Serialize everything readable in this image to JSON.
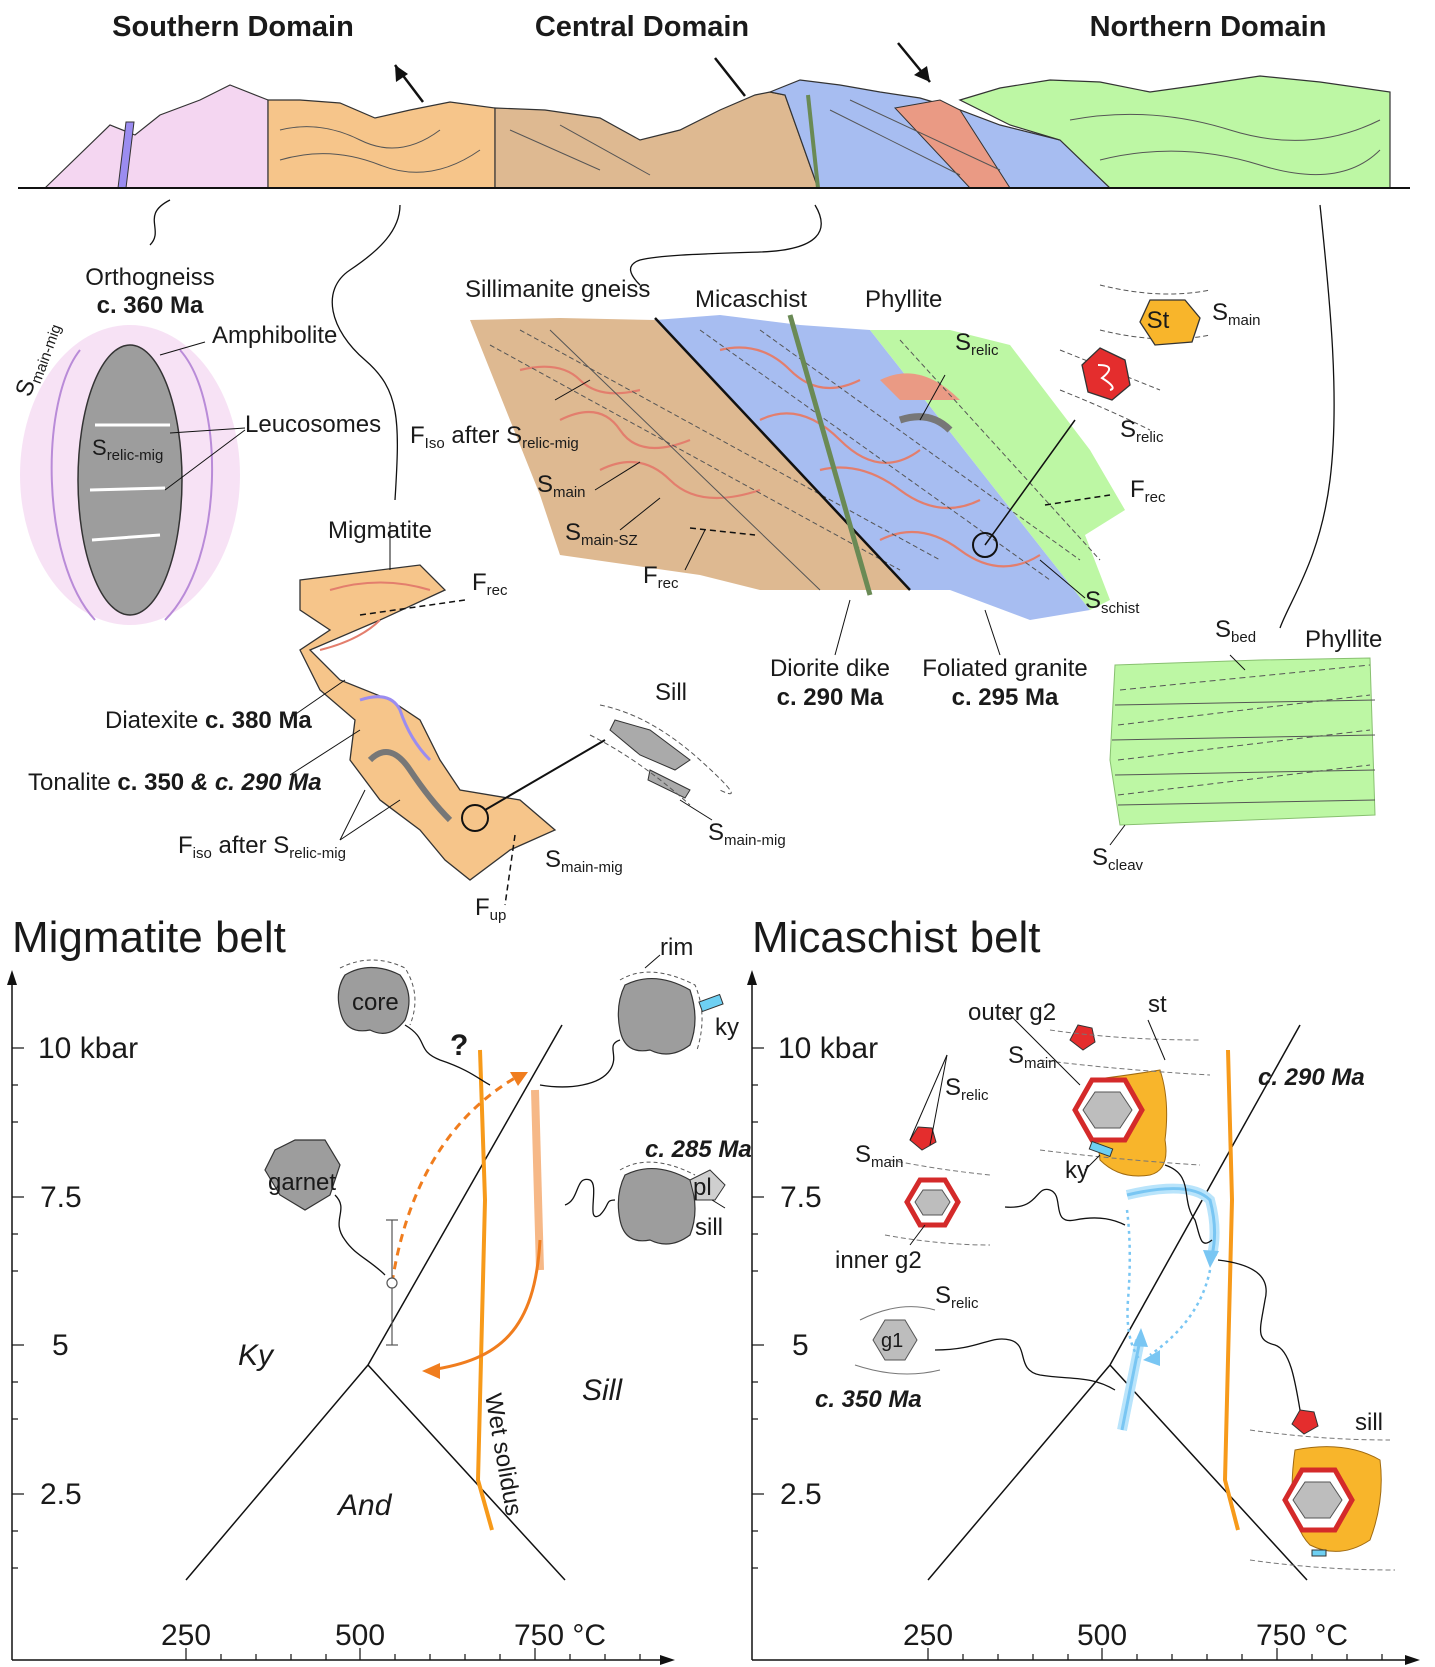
{
  "domains": {
    "southern": "Southern Domain",
    "central": "Central Domain",
    "northern": "Northern Domain"
  },
  "colors": {
    "migmatite_orange": "#f6c58a",
    "sillimanite_tan": "#deb991",
    "micaschist_blue": "#a7bdf1",
    "phyllite_green": "#bdf7a4",
    "granite_salmon": "#ea9a84",
    "orthogneiss_pink": "#f4d6f1",
    "solidus_orange": "#f79a1a",
    "garnet_red": "#d42a2a",
    "path_blue": "#79c6f3",
    "mineral_gray": "#9d9d9d"
  },
  "labels": {
    "orthogneiss": "Orthogneiss",
    "orthogneiss_age": "c. 360 Ma",
    "amphibolite": "Amphibolite",
    "leucosomes": "Leucosomes",
    "s_main_mig": {
      "base": "S",
      "sub": "main-mig"
    },
    "s_relic_mig": {
      "base": "S",
      "sub": "relic-mig"
    },
    "migmatite": "Migmatite",
    "f_rec": {
      "base": "F",
      "sub": "rec"
    },
    "diatexite": "Diatexite",
    "diatexite_age": "c. 380 Ma",
    "tonalite": "Tonalite",
    "tonalite_age_1": "c. 350",
    "tonalite_amp": "&",
    "tonalite_age_2": "c. 290 Ma",
    "f_iso_after": {
      "F": "F",
      "iso": "iso",
      "after": "after",
      "S": "S",
      "relic_mig": "relic-mig"
    },
    "f_up": {
      "base": "F",
      "sub": "up"
    },
    "s_main_mig_2": {
      "base": "S",
      "sub": "main-mig"
    },
    "sill": "Sill",
    "s_main_mig_3": {
      "base": "S",
      "sub": "main-mig"
    },
    "sillimanite_gneiss": "Sillimanite gneiss",
    "micaschist": "Micaschist",
    "phyllite": "Phyllite",
    "f_iso_relic": {
      "F": "F",
      "iso": "Iso",
      "after": "after",
      "S": "S",
      "relic_mig": "relic-mig"
    },
    "s_main": {
      "base": "S",
      "sub": "main"
    },
    "s_main_sz": {
      "base": "S",
      "sub": "main-SZ"
    },
    "f_rec_2": {
      "base": "F",
      "sub": "rec"
    },
    "s_relic": {
      "base": "S",
      "sub": "relic"
    },
    "diorite_dike": "Diorite dike",
    "diorite_age": "c. 290 Ma",
    "foliated_granite": "Foliated granite",
    "granite_age": "c. 295 Ma",
    "s_schist": {
      "base": "S",
      "sub": "schist"
    },
    "st": "St",
    "s_main_2": {
      "base": "S",
      "sub": "main"
    },
    "s_relic_2": {
      "base": "S",
      "sub": "relic"
    },
    "f_rec_3": {
      "base": "F",
      "sub": "rec"
    },
    "s_bed": {
      "base": "S",
      "sub": "bed"
    },
    "phyllite_2": "Phyllite",
    "s_cleav": {
      "base": "S",
      "sub": "cleav"
    }
  },
  "migmatite_belt": {
    "title": "Migmatite belt",
    "y_ticks": [
      "10 kbar",
      "7.5",
      "5",
      "2.5"
    ],
    "x_ticks": [
      "250",
      "500",
      "750 °C"
    ],
    "fields": {
      "ky": "Ky",
      "sill": "Sill",
      "and": "And"
    },
    "wet_solidus": "Wet solidus",
    "core": "core",
    "question": "?",
    "rim": "rim",
    "ky": "ky",
    "age": "c. 285 Ma",
    "pl": "pl",
    "sill": "sill",
    "garnet": "garnet"
  },
  "micaschist_belt": {
    "title": "Micaschist belt",
    "y_ticks": [
      "10 kbar",
      "7.5",
      "5",
      "2.5"
    ],
    "x_ticks": [
      "250",
      "500",
      "750 °C"
    ],
    "outer_g2": "outer g2",
    "st": "st",
    "s_main": {
      "base": "S",
      "sub": "main"
    },
    "s_relic": {
      "base": "S",
      "sub": "relic"
    },
    "s_main_2": {
      "base": "S",
      "sub": "main"
    },
    "ky": "ky",
    "inner_g2": "inner g2",
    "age_290": "c. 290 Ma",
    "s_relic_2": {
      "base": "S",
      "sub": "relic"
    },
    "g1": "g1",
    "age_350": "c. 350 Ma",
    "sill": "sill"
  }
}
